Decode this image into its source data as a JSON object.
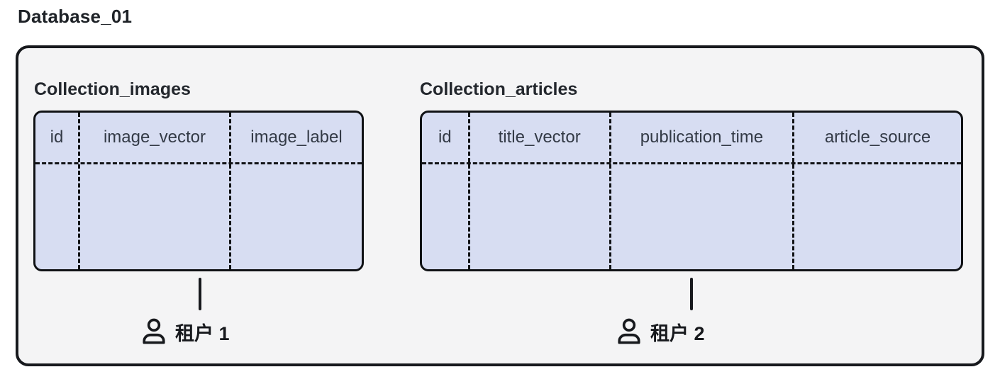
{
  "diagram": {
    "title": "Database_01"
  },
  "collections": [
    {
      "name": "Collection_images",
      "columns": [
        "id",
        "image_vector",
        "image_label"
      ],
      "tenant_label": "租户 1"
    },
    {
      "name": "Collection_articles",
      "columns": [
        "id",
        "title_vector",
        "publication_time",
        "article_source"
      ],
      "tenant_label": "租户 2"
    }
  ],
  "icons": {
    "tenant_icon": "person-icon"
  },
  "colors": {
    "page_background": "#ffffff",
    "container_background": "#f4f4f5",
    "container_border": "#17191d",
    "table_background": "#d7ddf2",
    "table_border": "#101215",
    "header_text": "#333a46",
    "title_text": "#1e2227"
  }
}
